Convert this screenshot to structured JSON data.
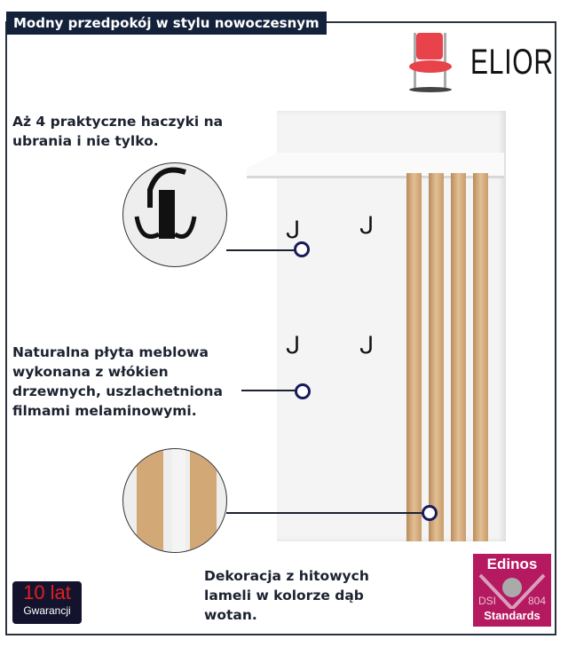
{
  "title": "Modny przedpokój w stylu nowoczesnym",
  "brand": "ELIOR",
  "features": [
    {
      "lines": [
        "Aż 4 praktyczne haczyki na",
        "ubrania i nie tylko."
      ]
    },
    {
      "lines": [
        "Naturalna płyta meblowa",
        "wykonana z włókien",
        "drzewnych, uszlachetniona",
        "filmami melaminowymi."
      ]
    },
    {
      "lines": [
        "Dekoracja z hitowych",
        "lameli w kolorze dąb",
        "wotan."
      ]
    }
  ],
  "warranty": {
    "years": "10 lat",
    "label": "Gwarancji"
  },
  "certificate": {
    "name": "Edinos",
    "left": "DSI",
    "right": "804",
    "bottom": "Standards"
  },
  "colors": {
    "navy": "#14213a",
    "oak": "#d2a877",
    "magenta": "#b5195f",
    "chair": "#e8424a"
  }
}
